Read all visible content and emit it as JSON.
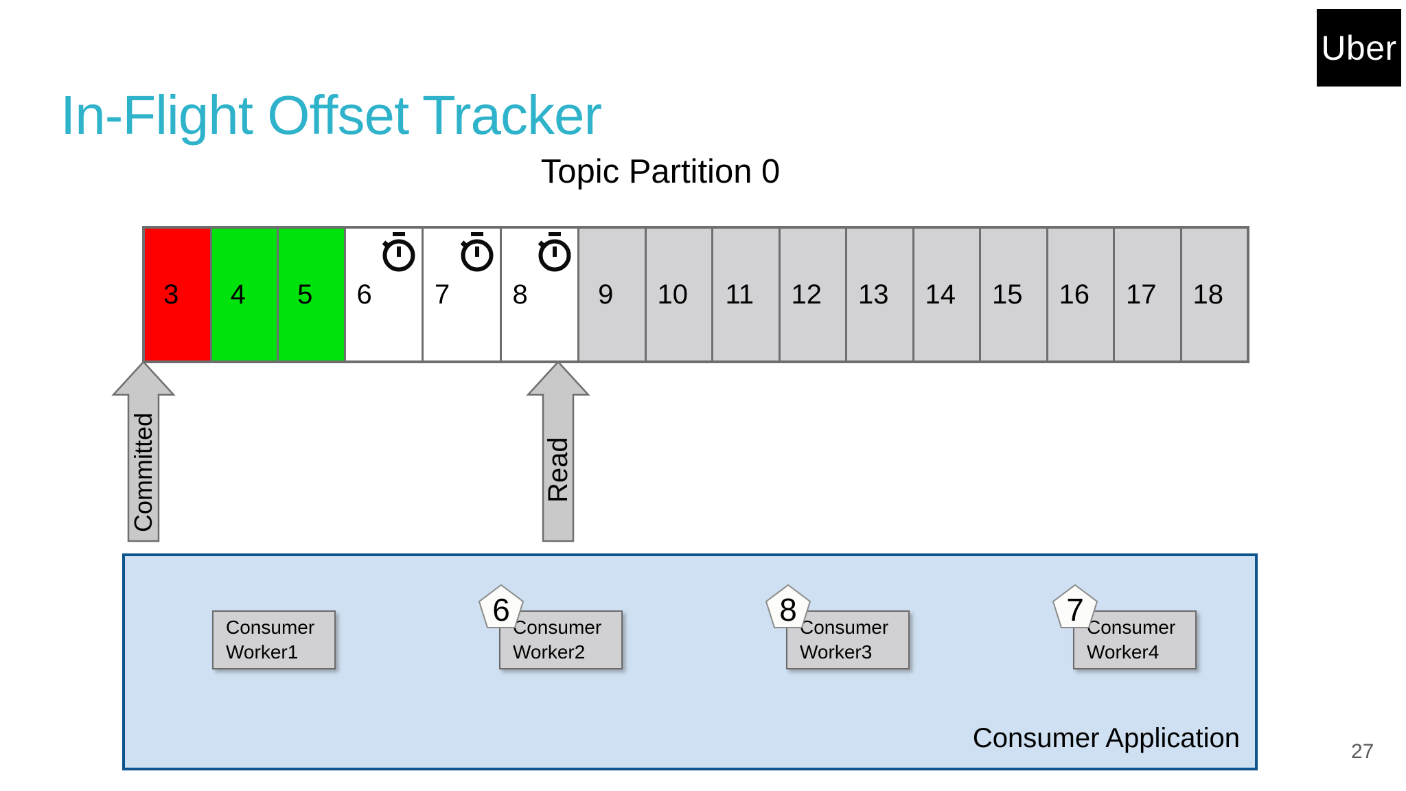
{
  "slide": {
    "title": "In-Flight Offset Tracker",
    "page_number": "27"
  },
  "logo": {
    "text": "Uber"
  },
  "partition": {
    "title": "Topic Partition 0",
    "cells": [
      {
        "label": "3",
        "color": "#fe0000",
        "timer": false
      },
      {
        "label": "4",
        "color": "#00e20c",
        "timer": false
      },
      {
        "label": "5",
        "color": "#00e20c",
        "timer": false
      },
      {
        "label": "6",
        "color": "#ffffff",
        "timer": true
      },
      {
        "label": "7",
        "color": "#ffffff",
        "timer": true
      },
      {
        "label": "8",
        "color": "#ffffff",
        "timer": true
      },
      {
        "label": "9",
        "color": "#d2d1d4",
        "timer": false
      },
      {
        "label": "10",
        "color": "#d2d1d4",
        "timer": false
      },
      {
        "label": "11",
        "color": "#d2d1d4",
        "timer": false
      },
      {
        "label": "12",
        "color": "#d2d1d4",
        "timer": false
      },
      {
        "label": "13",
        "color": "#d2d1d4",
        "timer": false
      },
      {
        "label": "14",
        "color": "#d2d1d4",
        "timer": false
      },
      {
        "label": "15",
        "color": "#d2d1d4",
        "timer": false
      },
      {
        "label": "16",
        "color": "#d2d1d4",
        "timer": false
      },
      {
        "label": "17",
        "color": "#d2d1d4",
        "timer": false
      },
      {
        "label": "18",
        "color": "#d2d1d4",
        "timer": false
      }
    ]
  },
  "pointers": {
    "committed_label": "Committed",
    "read_label": "Read"
  },
  "consumer_application": {
    "label": "Consumer Application",
    "workers": [
      {
        "line1": "Consumer",
        "line2": "Worker1",
        "badge": null
      },
      {
        "line1": "Consumer",
        "line2": "Worker2",
        "badge": "6"
      },
      {
        "line1": "Consumer",
        "line2": "Worker3",
        "badge": "8"
      },
      {
        "line1": "Consumer",
        "line2": "Worker4",
        "badge": "7"
      }
    ]
  },
  "colors": {
    "accent": "#2eb3cb",
    "cell_red": "#fe0000",
    "cell_green": "#00e20c",
    "cell_gray": "#d2d1d4",
    "cell_border": "#6e6e6e",
    "arrow_fill": "#c9c9c9",
    "arrow_border": "#6f6f6f",
    "app_fill": "#cfe0f2",
    "app_border": "#0d538e",
    "worker_fill": "#d1d1d3",
    "worker_border": "#6b6b6b",
    "badge_fill": "#fcfcfa",
    "badge_border": "#8a8a8a",
    "logo_bg": "#000000",
    "logo_fg": "#ffffff",
    "page_number_color": "#595959"
  }
}
